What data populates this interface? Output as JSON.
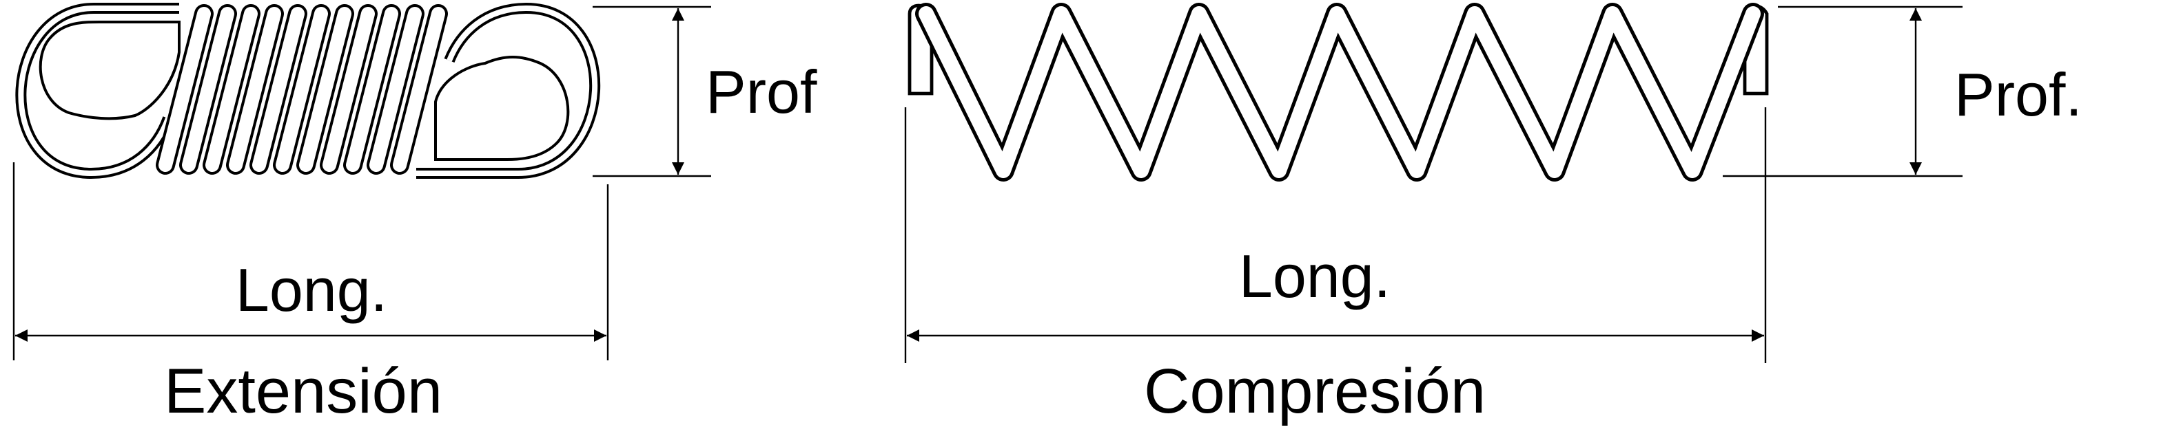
{
  "extension": {
    "depth_label": "Prof",
    "length_label": "Long.",
    "caption": "Extensión"
  },
  "compression": {
    "depth_label": "Prof.",
    "length_label": "Long.",
    "caption": "Compresión"
  },
  "colors": {
    "line": "#000000",
    "background": "#ffffff"
  }
}
